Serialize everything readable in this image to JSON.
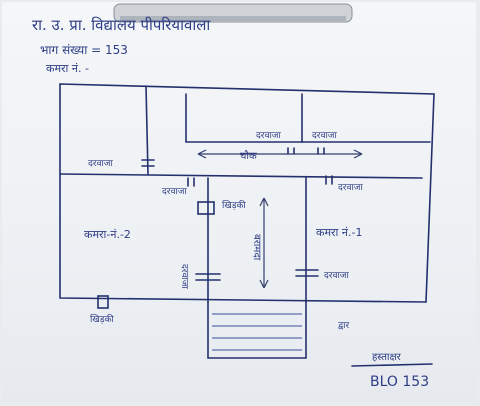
{
  "header": {
    "line1": "रा. उ. प्रा. विद्यालय पीपरियावाला",
    "line2": "भाग संख्या = 153",
    "line3": "कमरा नं. -"
  },
  "labels": {
    "door_top_left": "दरवाजा",
    "door_top_right": "दरवाजा",
    "door_left_wall": "दरवाजा",
    "corridor": "चौक",
    "door_room2_top": "दरवाजा",
    "window_top_center": "खिड़की",
    "door_room1_top": "दरवाजा",
    "room2": "कमरा-नं.-2",
    "room1": "कमरा नं.-1",
    "verandah": "बरामदा",
    "door_room2_bottom": "दरवाजा",
    "door_room1_bottom": "दरवाजा",
    "window_bottom_left": "खिड़की",
    "entrance": "द्वार"
  },
  "signature": {
    "name": "हस्ताक्षर",
    "designation": "BLO 153"
  }
}
